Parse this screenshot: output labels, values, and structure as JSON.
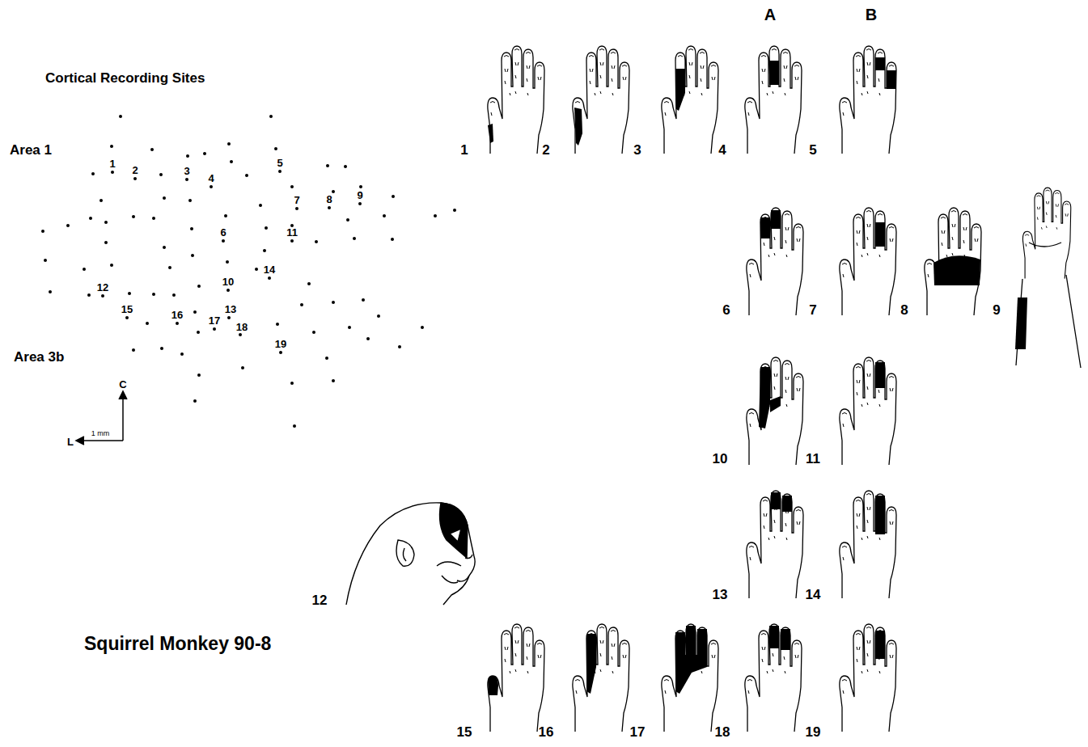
{
  "diagram": {
    "labels": [
      "Cortical Recording Sites",
      "Area 1",
      "Area 3b",
      "1",
      "2",
      "3",
      "4",
      "5",
      "6",
      "7",
      "8",
      "9",
      "10",
      "11",
      "12",
      "13",
      "14",
      "15",
      "16",
      "17",
      "18",
      "19",
      "C",
      "L",
      "1 mm",
      "Squirrel Monkey 90-8",
      "A",
      "B",
      "1",
      "2",
      "3",
      "4",
      "5",
      "6",
      "7",
      "8",
      "9",
      "10",
      "11",
      "12",
      "13",
      "14",
      "15",
      "16",
      "17",
      "18",
      "19"
    ]
  }
}
